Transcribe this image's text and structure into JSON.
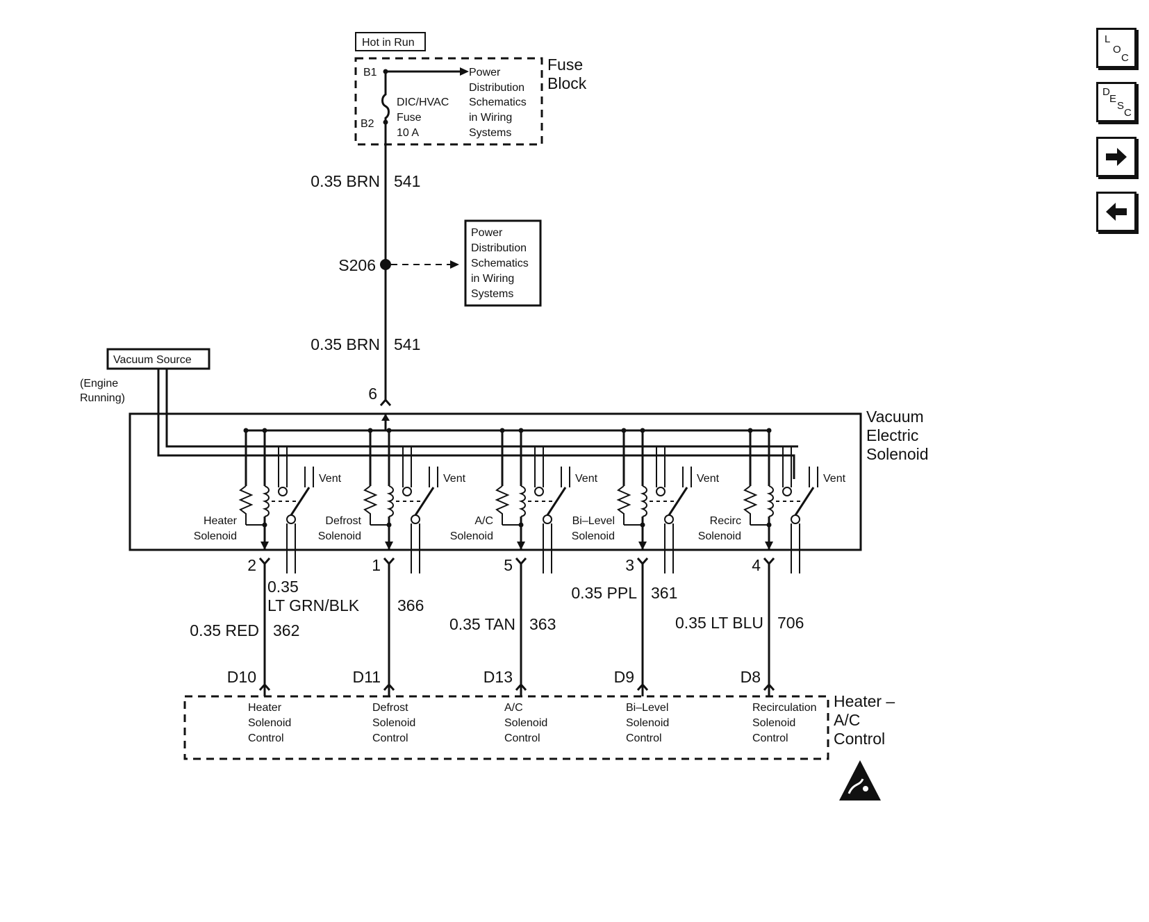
{
  "top": {
    "hot_in_run": "Hot in Run",
    "b1": "B1",
    "b2": "B2",
    "power_dist_1": [
      "Power",
      "Distribution",
      "Schematics",
      "in Wiring",
      "Systems"
    ],
    "fuse_name": [
      "DIC/HVAC",
      "Fuse",
      "10 A"
    ],
    "fuse_block": [
      "Fuse",
      "Block"
    ]
  },
  "trunk": {
    "wire_upper_gauge": "0.35 BRN",
    "wire_upper_circuit": "541",
    "splice": "S206",
    "power_dist_2": [
      "Power",
      "Distribution",
      "Schematics",
      "in Wiring",
      "Systems"
    ],
    "wire_lower_gauge": "0.35 BRN",
    "wire_lower_circuit": "541",
    "pin": "6"
  },
  "vacuum": {
    "source": "Vacuum Source",
    "condition": [
      "(Engine",
      "Running)"
    ]
  },
  "solenoid_block": {
    "title": [
      "Vacuum",
      "Electric",
      "Solenoid"
    ],
    "vent": "Vent",
    "solenoids": [
      {
        "name": [
          "Heater",
          "Solenoid"
        ],
        "pin": "2"
      },
      {
        "name": [
          "Defrost",
          "Solenoid"
        ],
        "pin": "1"
      },
      {
        "name": [
          "A/C",
          "Solenoid"
        ],
        "pin": "5"
      },
      {
        "name": [
          "Bi–Level",
          "Solenoid"
        ],
        "pin": "3"
      },
      {
        "name": [
          "Recirc",
          "Solenoid"
        ],
        "pin": "4"
      }
    ]
  },
  "wires": [
    {
      "gauge": "0.35 RED",
      "circuit": "362",
      "connector": "D10"
    },
    {
      "gauge": [
        "0.35",
        "LT GRN/BLK"
      ],
      "circuit": "366",
      "connector": "D11"
    },
    {
      "gauge": "0.35 TAN",
      "circuit": "363",
      "connector": "D13"
    },
    {
      "gauge": "0.35 PPL",
      "circuit": "361",
      "connector": "D9"
    },
    {
      "gauge": "0.35 LT BLU",
      "circuit": "706",
      "connector": "D8"
    }
  ],
  "control": {
    "title": [
      "Heater –",
      "A/C",
      "Control"
    ],
    "items": [
      [
        "Heater",
        "Solenoid",
        "Control"
      ],
      [
        "Defrost",
        "Solenoid",
        "Control"
      ],
      [
        "A/C",
        "Solenoid",
        "Control"
      ],
      [
        "Bi–Level",
        "Solenoid",
        "Control"
      ],
      [
        "Recirculation",
        "Solenoid",
        "Control"
      ]
    ]
  },
  "nav": {
    "loc": [
      "L",
      "O",
      "C"
    ],
    "desc": [
      "D",
      "E",
      "S",
      "C"
    ],
    "next_icon": "arrow-right-icon",
    "prev_icon": "arrow-left-icon"
  }
}
